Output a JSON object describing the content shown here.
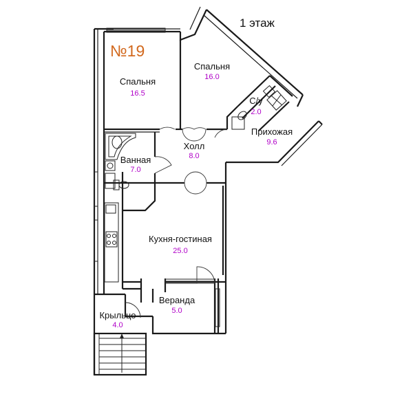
{
  "floor_label": "1 этаж",
  "apartment_number": "№19",
  "rooms": [
    {
      "name": "Спальня",
      "area": "16.5"
    },
    {
      "name": "Спальня",
      "area": "16.0"
    },
    {
      "name": "С/у",
      "area": "2.0"
    },
    {
      "name": "Прихожая",
      "area": "9.6"
    },
    {
      "name": "Холл",
      "area": "8.0"
    },
    {
      "name": "Ванная",
      "area": "7.0"
    },
    {
      "name": "Кухня-гостиная",
      "area": "25.0"
    },
    {
      "name": "Веранда",
      "area": "5.0"
    },
    {
      "name": "Крыльцо",
      "area": "4.0"
    }
  ],
  "colors": {
    "area_text": "#b000c8",
    "apartment_number": "#d2691e",
    "walls": "#1a1a1a"
  }
}
